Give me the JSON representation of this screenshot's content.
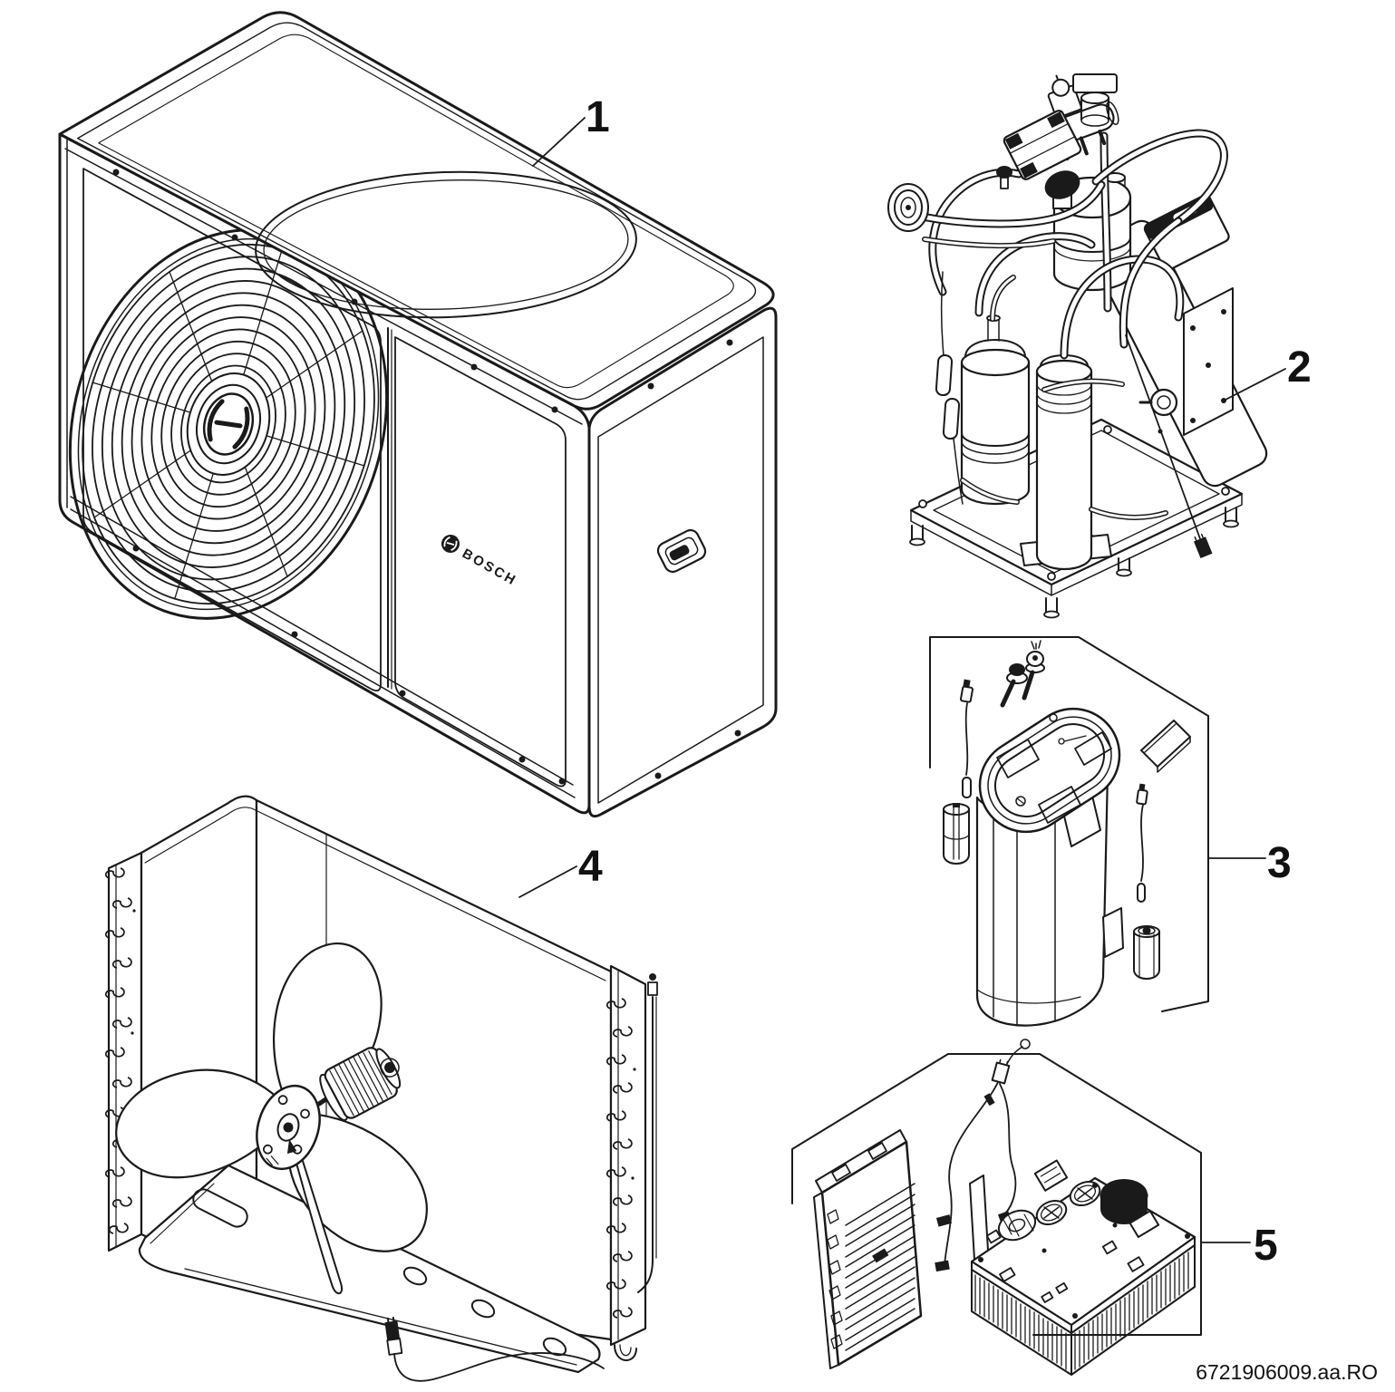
{
  "page": {
    "background": "#ffffff",
    "line_color": "#1a1a1a"
  },
  "brand": {
    "wordmark": "BOSCH"
  },
  "callouts": [
    {
      "label": "1"
    },
    {
      "label": "2"
    },
    {
      "label": "3"
    },
    {
      "label": "4"
    },
    {
      "label": "5"
    }
  ],
  "footer": {
    "drawing_number": "6721906009.aa.RO"
  }
}
